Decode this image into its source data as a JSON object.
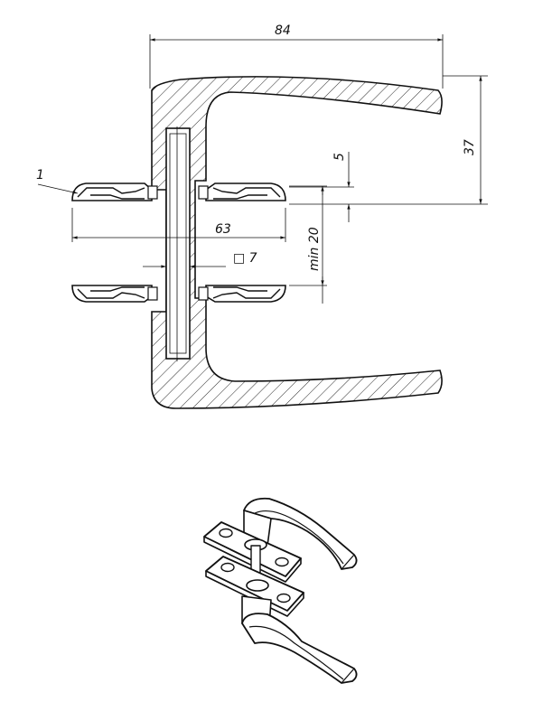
{
  "dimensions": {
    "width_84": "84",
    "height_37": "37",
    "gap_5": "5",
    "rosette_63": "63",
    "min_20": "min 20",
    "square_7": "□ 7",
    "callout_1": "1"
  },
  "colors": {
    "ink": "#111111",
    "background": "#ffffff"
  }
}
